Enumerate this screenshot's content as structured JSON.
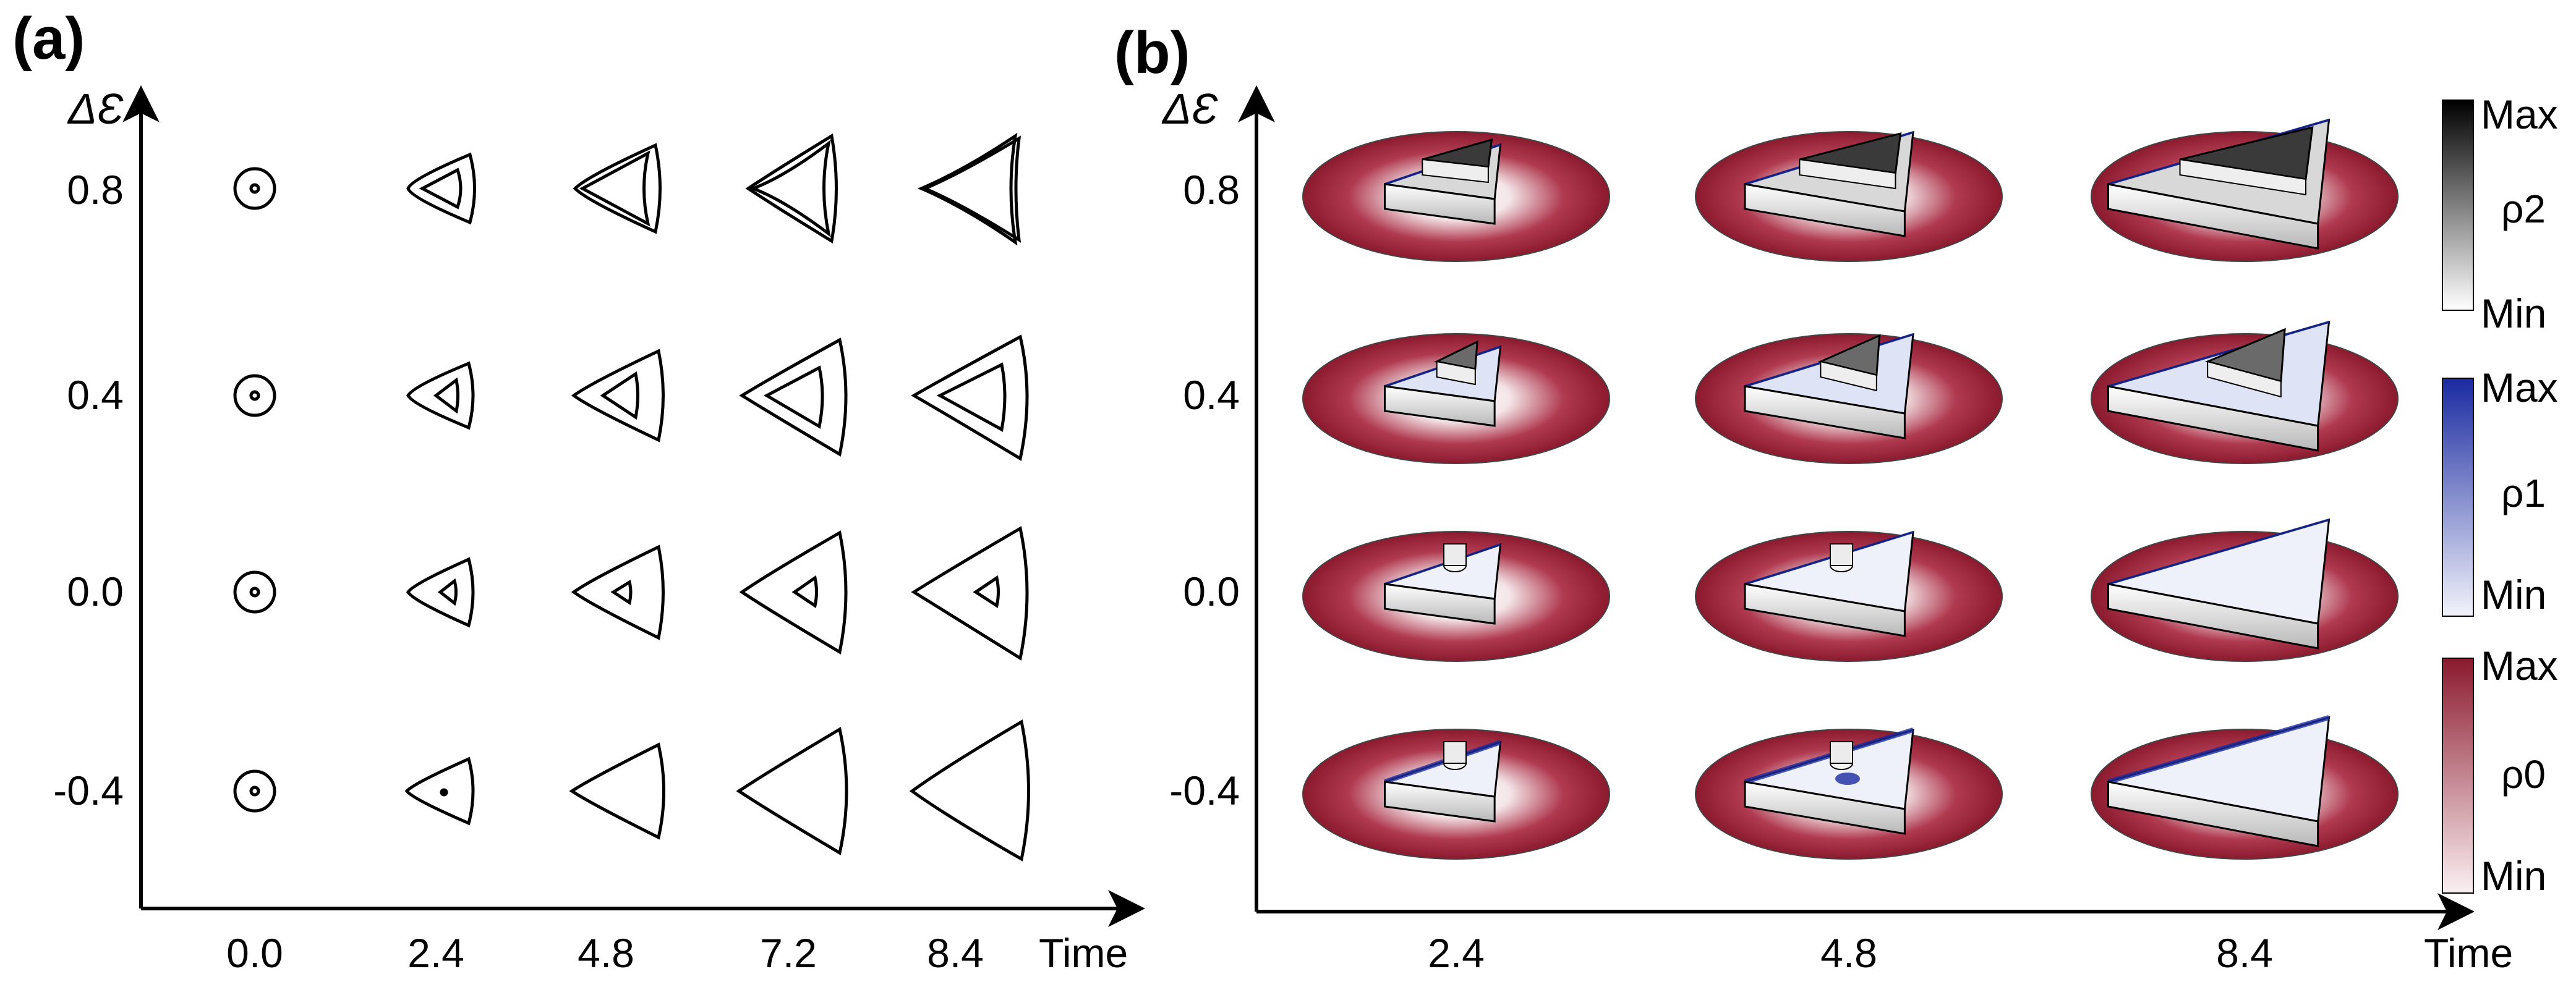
{
  "panel_a": {
    "label": "(a)",
    "y_axis_name": "ΔƐ",
    "x_axis_name": "Time",
    "y_ticks": [
      "0.8",
      "0.4",
      "0.0",
      "-0.4"
    ],
    "x_ticks": [
      "0.0",
      "2.4",
      "4.8",
      "7.2",
      "8.4"
    ]
  },
  "panel_b": {
    "label": "(b)",
    "y_axis_name": "ΔƐ",
    "x_axis_name": "Time",
    "y_ticks": [
      "0.8",
      "0.4",
      "0.0",
      "-0.4"
    ],
    "x_ticks": [
      "2.4",
      "4.8",
      "8.4"
    ]
  },
  "colorbars": [
    {
      "symbol": "ρ2",
      "max": "Max",
      "min": "Min",
      "color": "#000000"
    },
    {
      "symbol": "ρ1",
      "max": "Max",
      "min": "Min",
      "color": "#1a2aa0"
    },
    {
      "symbol": "ρ0",
      "max": "Max",
      "min": "Min",
      "color": "#8b1a2e"
    }
  ],
  "colors": {
    "rho0": "#8b1a2e",
    "rho1": "#1a2aa0",
    "rho2": "#000000"
  }
}
